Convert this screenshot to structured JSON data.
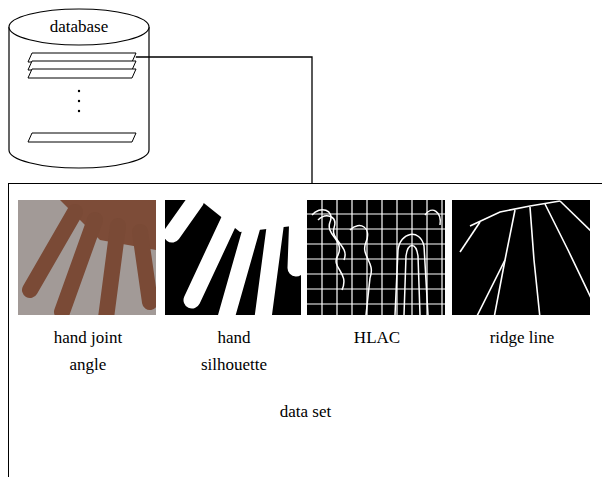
{
  "diagram": {
    "nodes": [
      {
        "text": [
          "database"
        ]
      },
      {
        "text": [
          "data set"
        ]
      },
      {
        "text": [
          "hand joint angle"
        ],
        "in": 1
      },
      {
        "text": [
          "hand silhouette"
        ],
        "in": 1
      },
      {
        "text": [
          "HLAC"
        ],
        "in": 1
      },
      {
        "text": [
          "ridge line"
        ],
        "in": 1
      }
    ],
    "edges": [
      {
        "from": 0,
        "to": 1,
        "arrow": "none"
      }
    ]
  }
}
